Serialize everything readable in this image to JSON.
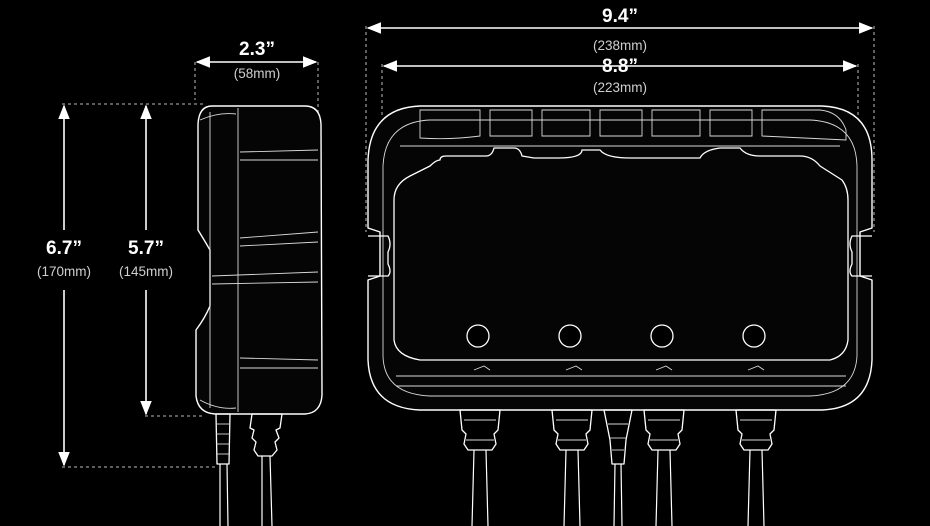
{
  "dimensions": {
    "depth": {
      "inches": "2.3”",
      "mm": "(58mm)"
    },
    "total_height": {
      "inches": "6.7”",
      "mm": "(170mm)"
    },
    "body_height": {
      "inches": "5.7”",
      "mm": "(145mm)"
    },
    "total_width": {
      "inches": "9.4”",
      "mm": "(238mm)"
    },
    "body_width": {
      "inches": "8.8”",
      "mm": "(223mm)"
    }
  },
  "colors": {
    "background": "#000000",
    "line": "#ffffff",
    "dim_text": "#ffffff",
    "sub_text": "#cfcfcf"
  }
}
